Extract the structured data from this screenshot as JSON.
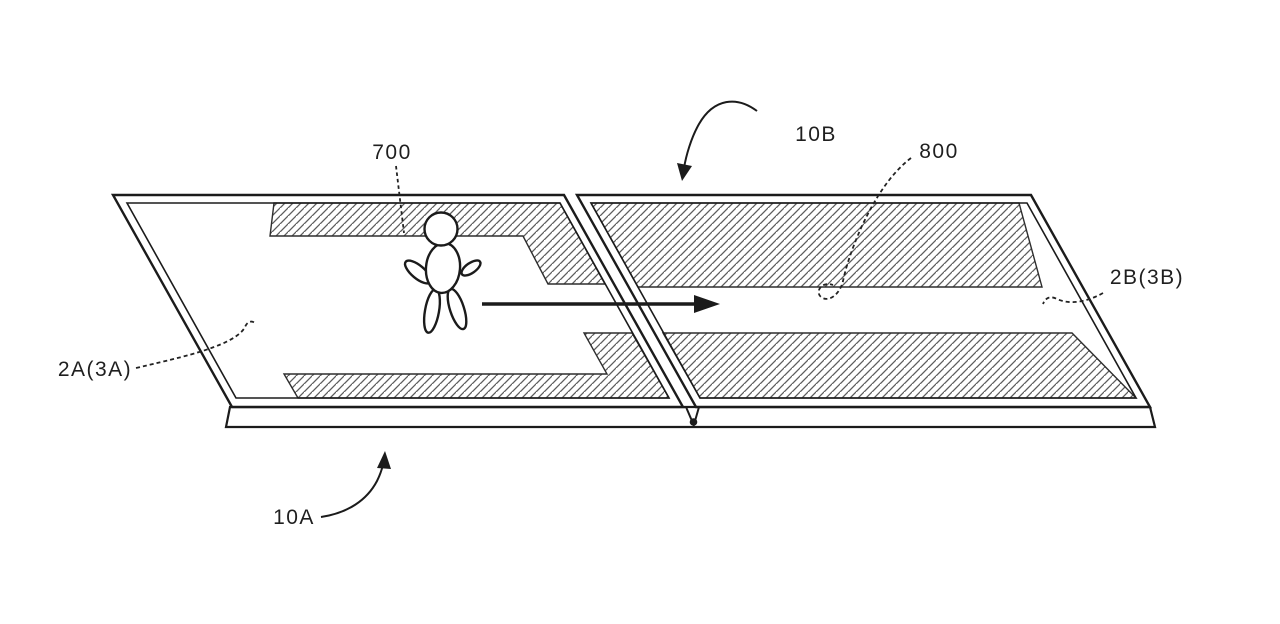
{
  "labels": {
    "ref_700": "700",
    "ref_10b": "10B",
    "ref_800": "800",
    "ref_2b3b": "2B(3B)",
    "ref_2a3a": "2A(3A)",
    "ref_10a": "10A"
  },
  "colors": {
    "background": "#ffffff",
    "line": "#1b1b1b",
    "hatch": "#5d5d5d",
    "label_text": "#1f1f1f"
  }
}
